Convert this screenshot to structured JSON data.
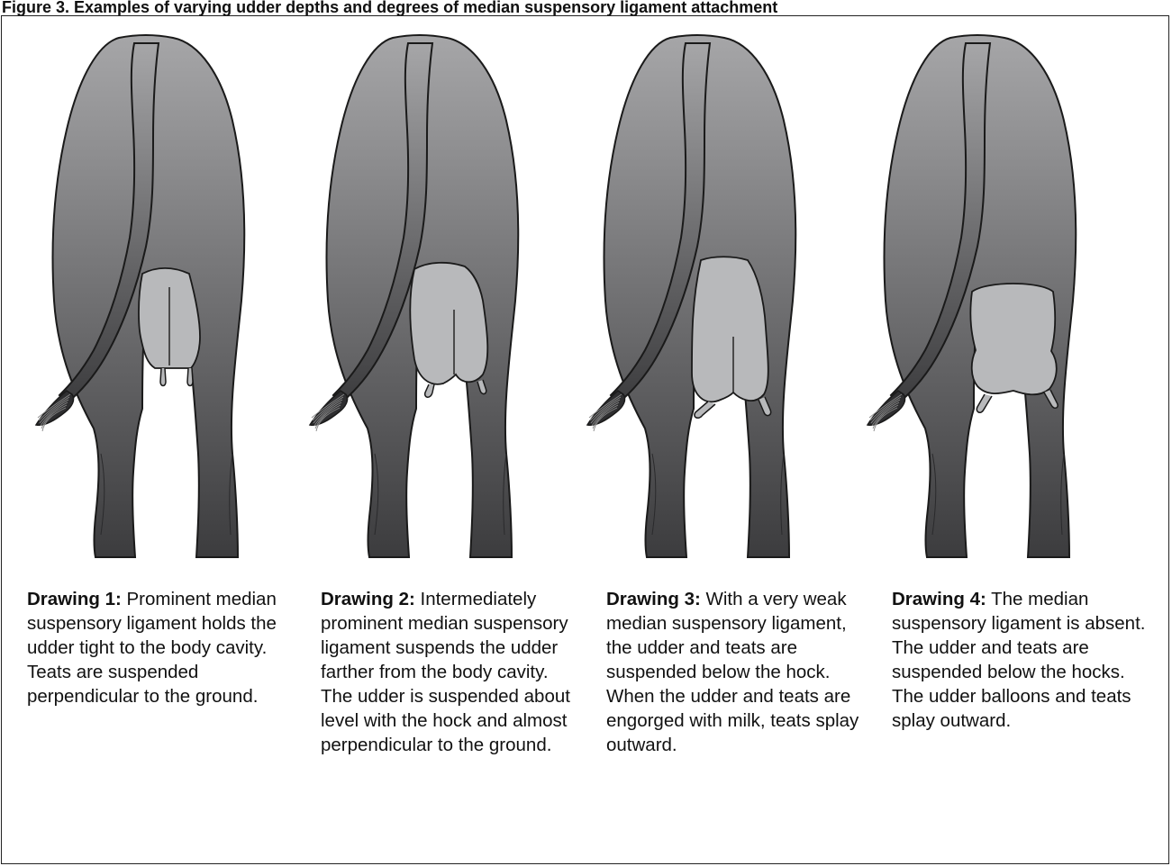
{
  "figure": {
    "title": "Figure 3. Examples of varying udder depths and degrees of median suspensory ligament attachment"
  },
  "colors": {
    "body_top": "#a6a6a8",
    "body_bottom": "#3c3c3e",
    "udder": "#b8b9bb",
    "outline": "#1a1a1a"
  },
  "panels": [
    {
      "label": "Drawing 1:",
      "udder_style": "tight",
      "text": "Prominent median suspensory ligament holds the udder tight to the body cavity. Teats are suspended perpendicular to the ground."
    },
    {
      "label": "Drawing 2:",
      "udder_style": "intermediate",
      "text": "Intermediately prominent median suspensory ligament suspends the udder farther from the body cavity. The udder is suspended about level with the hock and almost perpendicular to the ground."
    },
    {
      "label": "Drawing 3:",
      "udder_style": "weak",
      "text": "With a very weak median suspensory ligament, the udder and teats are suspended below the hock. When the udder and teats are engorged with milk, teats splay outward."
    },
    {
      "label": "Drawing 4:",
      "udder_style": "absent",
      "text": "The median suspensory ligament is absent. The udder and teats are suspended below the hocks. The udder balloons and teats splay outward."
    }
  ]
}
